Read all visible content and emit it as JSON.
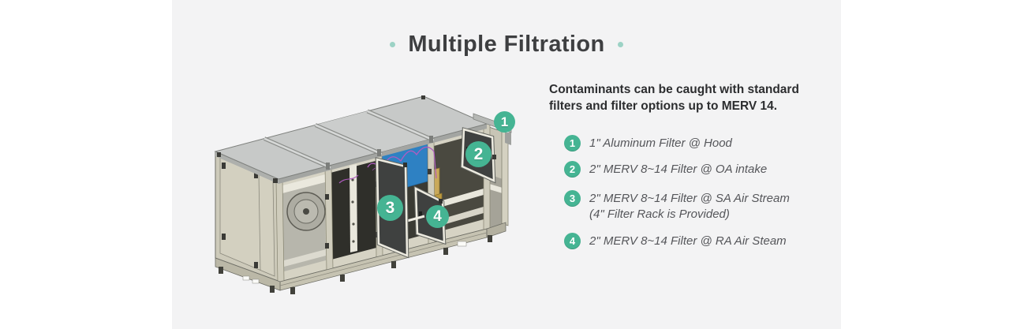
{
  "page": {
    "background": "#ffffff",
    "panel_background": "#f3f3f4"
  },
  "title": {
    "text": "Multiple Filtration",
    "color": "#3e3f41",
    "dot_color": "#9cd2c5"
  },
  "intro": {
    "line1": "Contaminants can be caught with standard",
    "line2": "filters and filter options up to MERV 14."
  },
  "legend": {
    "badge_color": "#45b493",
    "items": [
      {
        "number": "1",
        "line1": "1\" Aluminum Filter @ Hood"
      },
      {
        "number": "2",
        "line1": "2\" MERV 8~14 Filter @ OA intake"
      },
      {
        "number": "3",
        "line1": "2\" MERV 8~14 Filter @ SA Air Stream",
        "line2": "(4\" Filter Rack is Provided)"
      },
      {
        "number": "4",
        "line1": "2\" MERV 8~14 Filter @ RA Air Steam"
      }
    ]
  },
  "diagram": {
    "badge_color": "#45b493",
    "badges": [
      {
        "number": "1"
      },
      {
        "number": "2"
      },
      {
        "number": "3"
      },
      {
        "number": "4"
      }
    ]
  }
}
